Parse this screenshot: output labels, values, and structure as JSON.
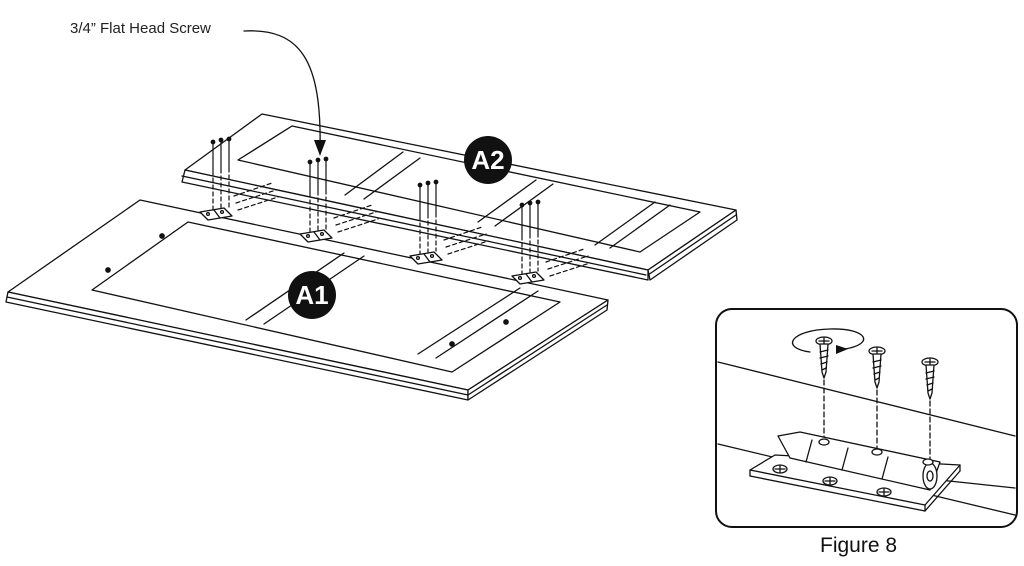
{
  "callout": {
    "label": "3/4” Flat Head Screw"
  },
  "parts": [
    {
      "id": "A1",
      "label": "A1"
    },
    {
      "id": "A2",
      "label": "A2"
    }
  ],
  "figure": {
    "caption": "Figure 8"
  },
  "colors": {
    "line": "#111111",
    "badge": "#111111",
    "badge_text": "#ffffff",
    "background": "#ffffff"
  },
  "icons": [
    "screw-icon",
    "hinge-icon",
    "rotation-arrow-icon"
  ]
}
